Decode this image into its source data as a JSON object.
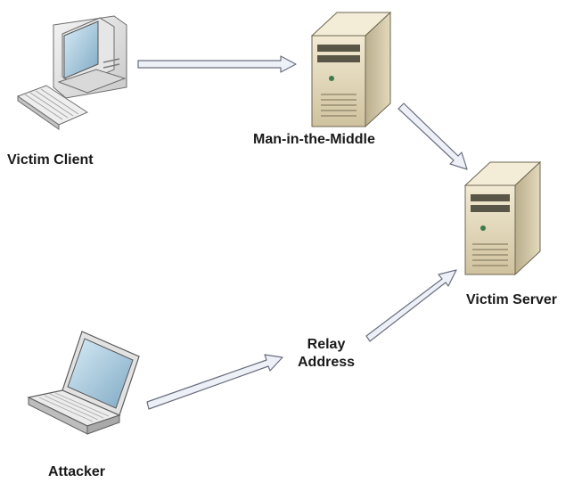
{
  "nodes": {
    "victim_client": {
      "label": "Victim Client",
      "icon": "desktop-computer-icon"
    },
    "mitm": {
      "label": "Man-in-the-Middle",
      "icon": "server-tower-icon"
    },
    "victim_server": {
      "label": "Victim Server",
      "icon": "server-tower-icon"
    },
    "relay": {
      "label_line1": "Relay",
      "label_line2": "Address"
    },
    "attacker": {
      "label": "Attacker",
      "icon": "laptop-icon"
    }
  },
  "edges": [
    {
      "from": "victim_client",
      "to": "mitm"
    },
    {
      "from": "mitm",
      "to": "victim_server"
    },
    {
      "from": "attacker",
      "to": "relay"
    },
    {
      "from": "relay",
      "to": "victim_server"
    }
  ],
  "colors": {
    "arrow_fill": "#eef0f7",
    "arrow_stroke": "#6a6f7e",
    "server_body": "#e9dfc3",
    "server_front": "#d8cca8"
  }
}
